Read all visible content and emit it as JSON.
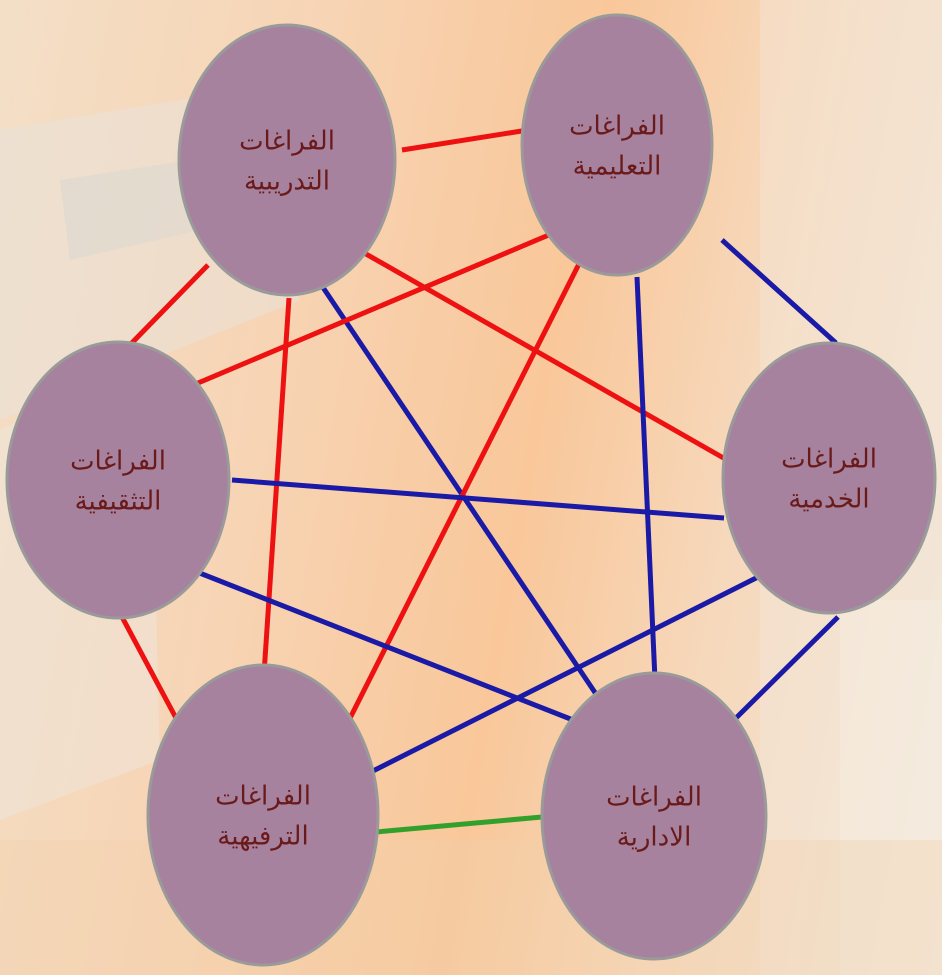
{
  "nodes": [
    {
      "id": "training",
      "line1": "الفراغات",
      "line2": "التدريبية"
    },
    {
      "id": "educational",
      "line1": "الفراغات",
      "line2": "التعليمية"
    },
    {
      "id": "cultural",
      "line1": "الفراغات",
      "line2": "التثقيفية"
    },
    {
      "id": "service",
      "line1": "الفراغات",
      "line2": "الخدمية"
    },
    {
      "id": "recreational",
      "line1": "الفراغات",
      "line2": "الترفيهية"
    },
    {
      "id": "administrative",
      "line1": "الفراغات",
      "line2": "الادارية"
    }
  ],
  "edges": [
    {
      "from": "training",
      "to": "educational",
      "color": "red"
    },
    {
      "from": "training",
      "to": "cultural",
      "color": "red"
    },
    {
      "from": "training",
      "to": "service",
      "color": "red"
    },
    {
      "from": "training",
      "to": "recreational",
      "color": "red"
    },
    {
      "from": "training",
      "to": "administrative",
      "color": "blue"
    },
    {
      "from": "educational",
      "to": "cultural",
      "color": "red"
    },
    {
      "from": "educational",
      "to": "recreational",
      "color": "red"
    },
    {
      "from": "educational",
      "to": "service",
      "color": "blue"
    },
    {
      "from": "educational",
      "to": "administrative",
      "color": "blue"
    },
    {
      "from": "cultural",
      "to": "service",
      "color": "blue"
    },
    {
      "from": "cultural",
      "to": "administrative",
      "color": "blue"
    },
    {
      "from": "cultural",
      "to": "recreational",
      "color": "red"
    },
    {
      "from": "service",
      "to": "recreational",
      "color": "blue"
    },
    {
      "from": "service",
      "to": "administrative",
      "color": "blue"
    },
    {
      "from": "recreational",
      "to": "administrative",
      "color": "green"
    }
  ],
  "colors": {
    "red": "#ee1111",
    "blue": "#1a1aa6",
    "green": "#33a02c",
    "node_fill": "#a6829f",
    "node_stroke": "#9a9a9a",
    "label_text": "#6b1a1a"
  }
}
